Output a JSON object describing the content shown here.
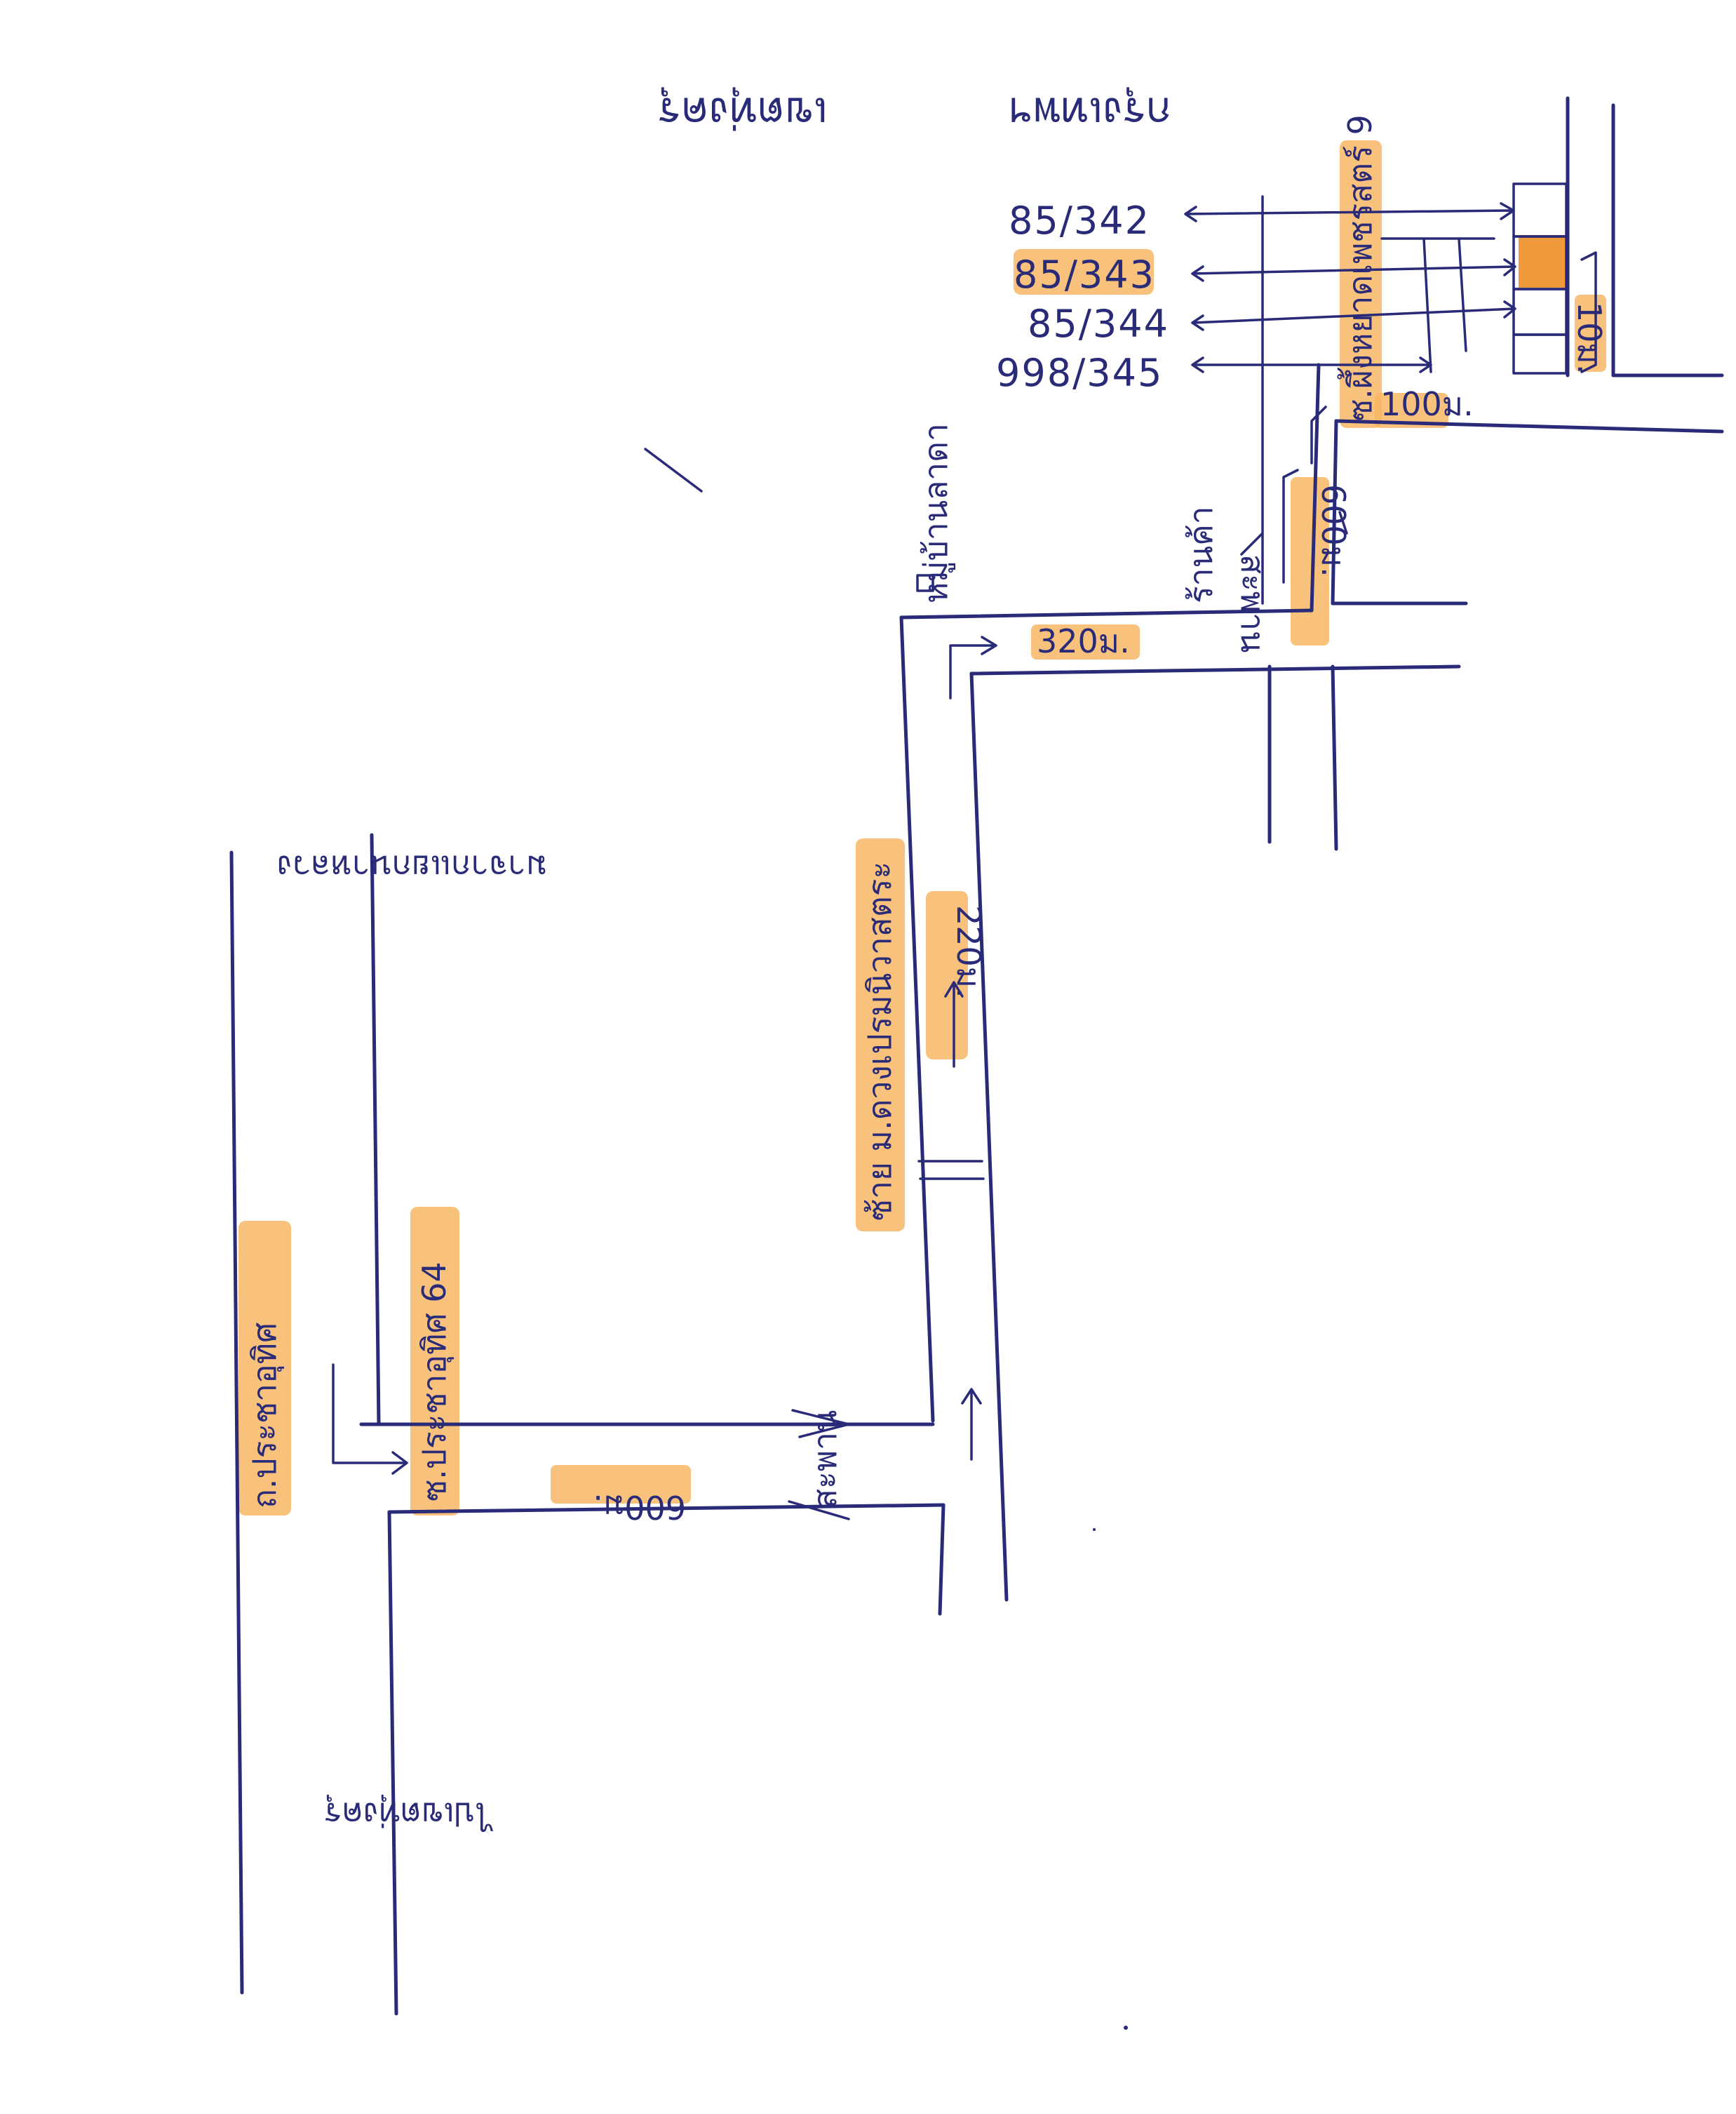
{
  "header": {
    "district": "เขตทุ่งครุ",
    "province": "กรุงเทพฯ"
  },
  "addresses": [
    "85/342",
    "85/343",
    "85/344",
    "998/345"
  ],
  "highlighted_address": "85/343",
  "roads": {
    "from_label": "มาจากแยกนาหลวง",
    "to_label": "ไปเขตทุ่งครุ",
    "main_road_left": "ถ.ประชาอุทิศ",
    "soi_pracha_uthit": "ซ.ประชาอุทิศ 64",
    "soi_mu_ban": "ซ้าย ม.ดวงเปรมนิวาสตระ",
    "soi_top": "ซ.ผึ้งหยาดเพชรสตร์ 9",
    "bridge_1": "สะพาน",
    "bridge_2": "สะพาน",
    "noted_1": "หมู่บ้านลาดา",
    "noted_2": "ร้านค้า"
  },
  "distances": {
    "d1": "600ม.",
    "d2": "220ม.",
    "d3": "320ม.",
    "d4": "600ม.",
    "d5": "100ม.",
    "d6": "10ม."
  },
  "colors": {
    "ink": "#2a2b78",
    "highlight": "#f8b55f",
    "highlight_solid": "#ef9a3a"
  }
}
